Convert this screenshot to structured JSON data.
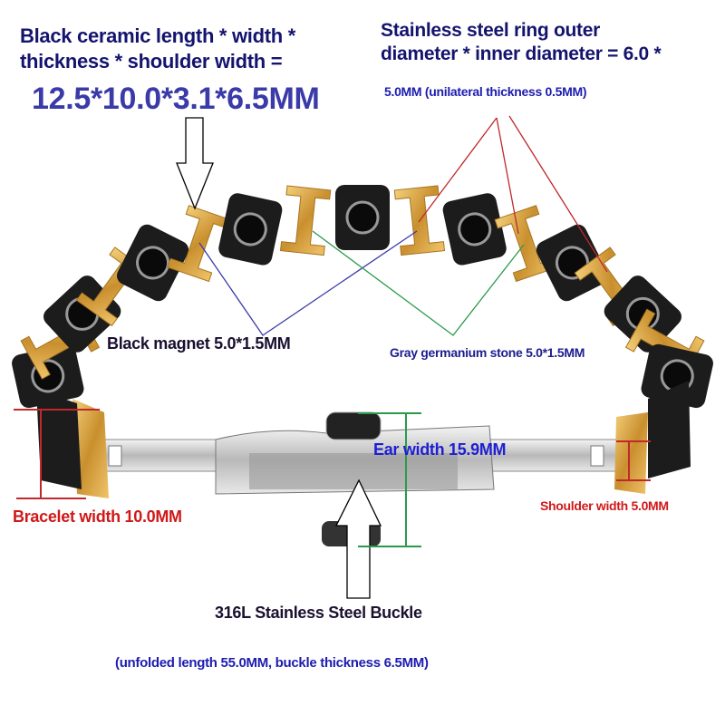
{
  "labels": {
    "ceramic_line1": "Black ceramic length * width *",
    "ceramic_line2": "thickness * shoulder width =",
    "ceramic_value": "12.5*10.0*3.1*6.5MM",
    "ring_line1": "Stainless steel ring outer",
    "ring_line2": "diameter * inner diameter = 6.0 *",
    "ring_line3": "5.0MM (unilateral thickness 0.5MM)",
    "magnet": "Black magnet 5.0*1.5MM",
    "germanium": "Gray germanium stone 5.0*1.5MM",
    "ear_width": "Ear width 15.9MM",
    "bracelet_width": "Bracelet width 10.0MM",
    "shoulder_width": "Shoulder width 5.0MM",
    "buckle": "316L Stainless Steel Buckle",
    "buckle_details": "(unfolded length 55.0MM, buckle thickness 6.5MM)"
  },
  "colors": {
    "navy": "#14146e",
    "blue": "#1e1ed2",
    "value_blue": "#3a3aa8",
    "red": "#d01818",
    "green": "#2a9a4a",
    "gold": "#d9a443",
    "ceramic": "#1c1c1c",
    "steel": "#c8c8c8"
  }
}
